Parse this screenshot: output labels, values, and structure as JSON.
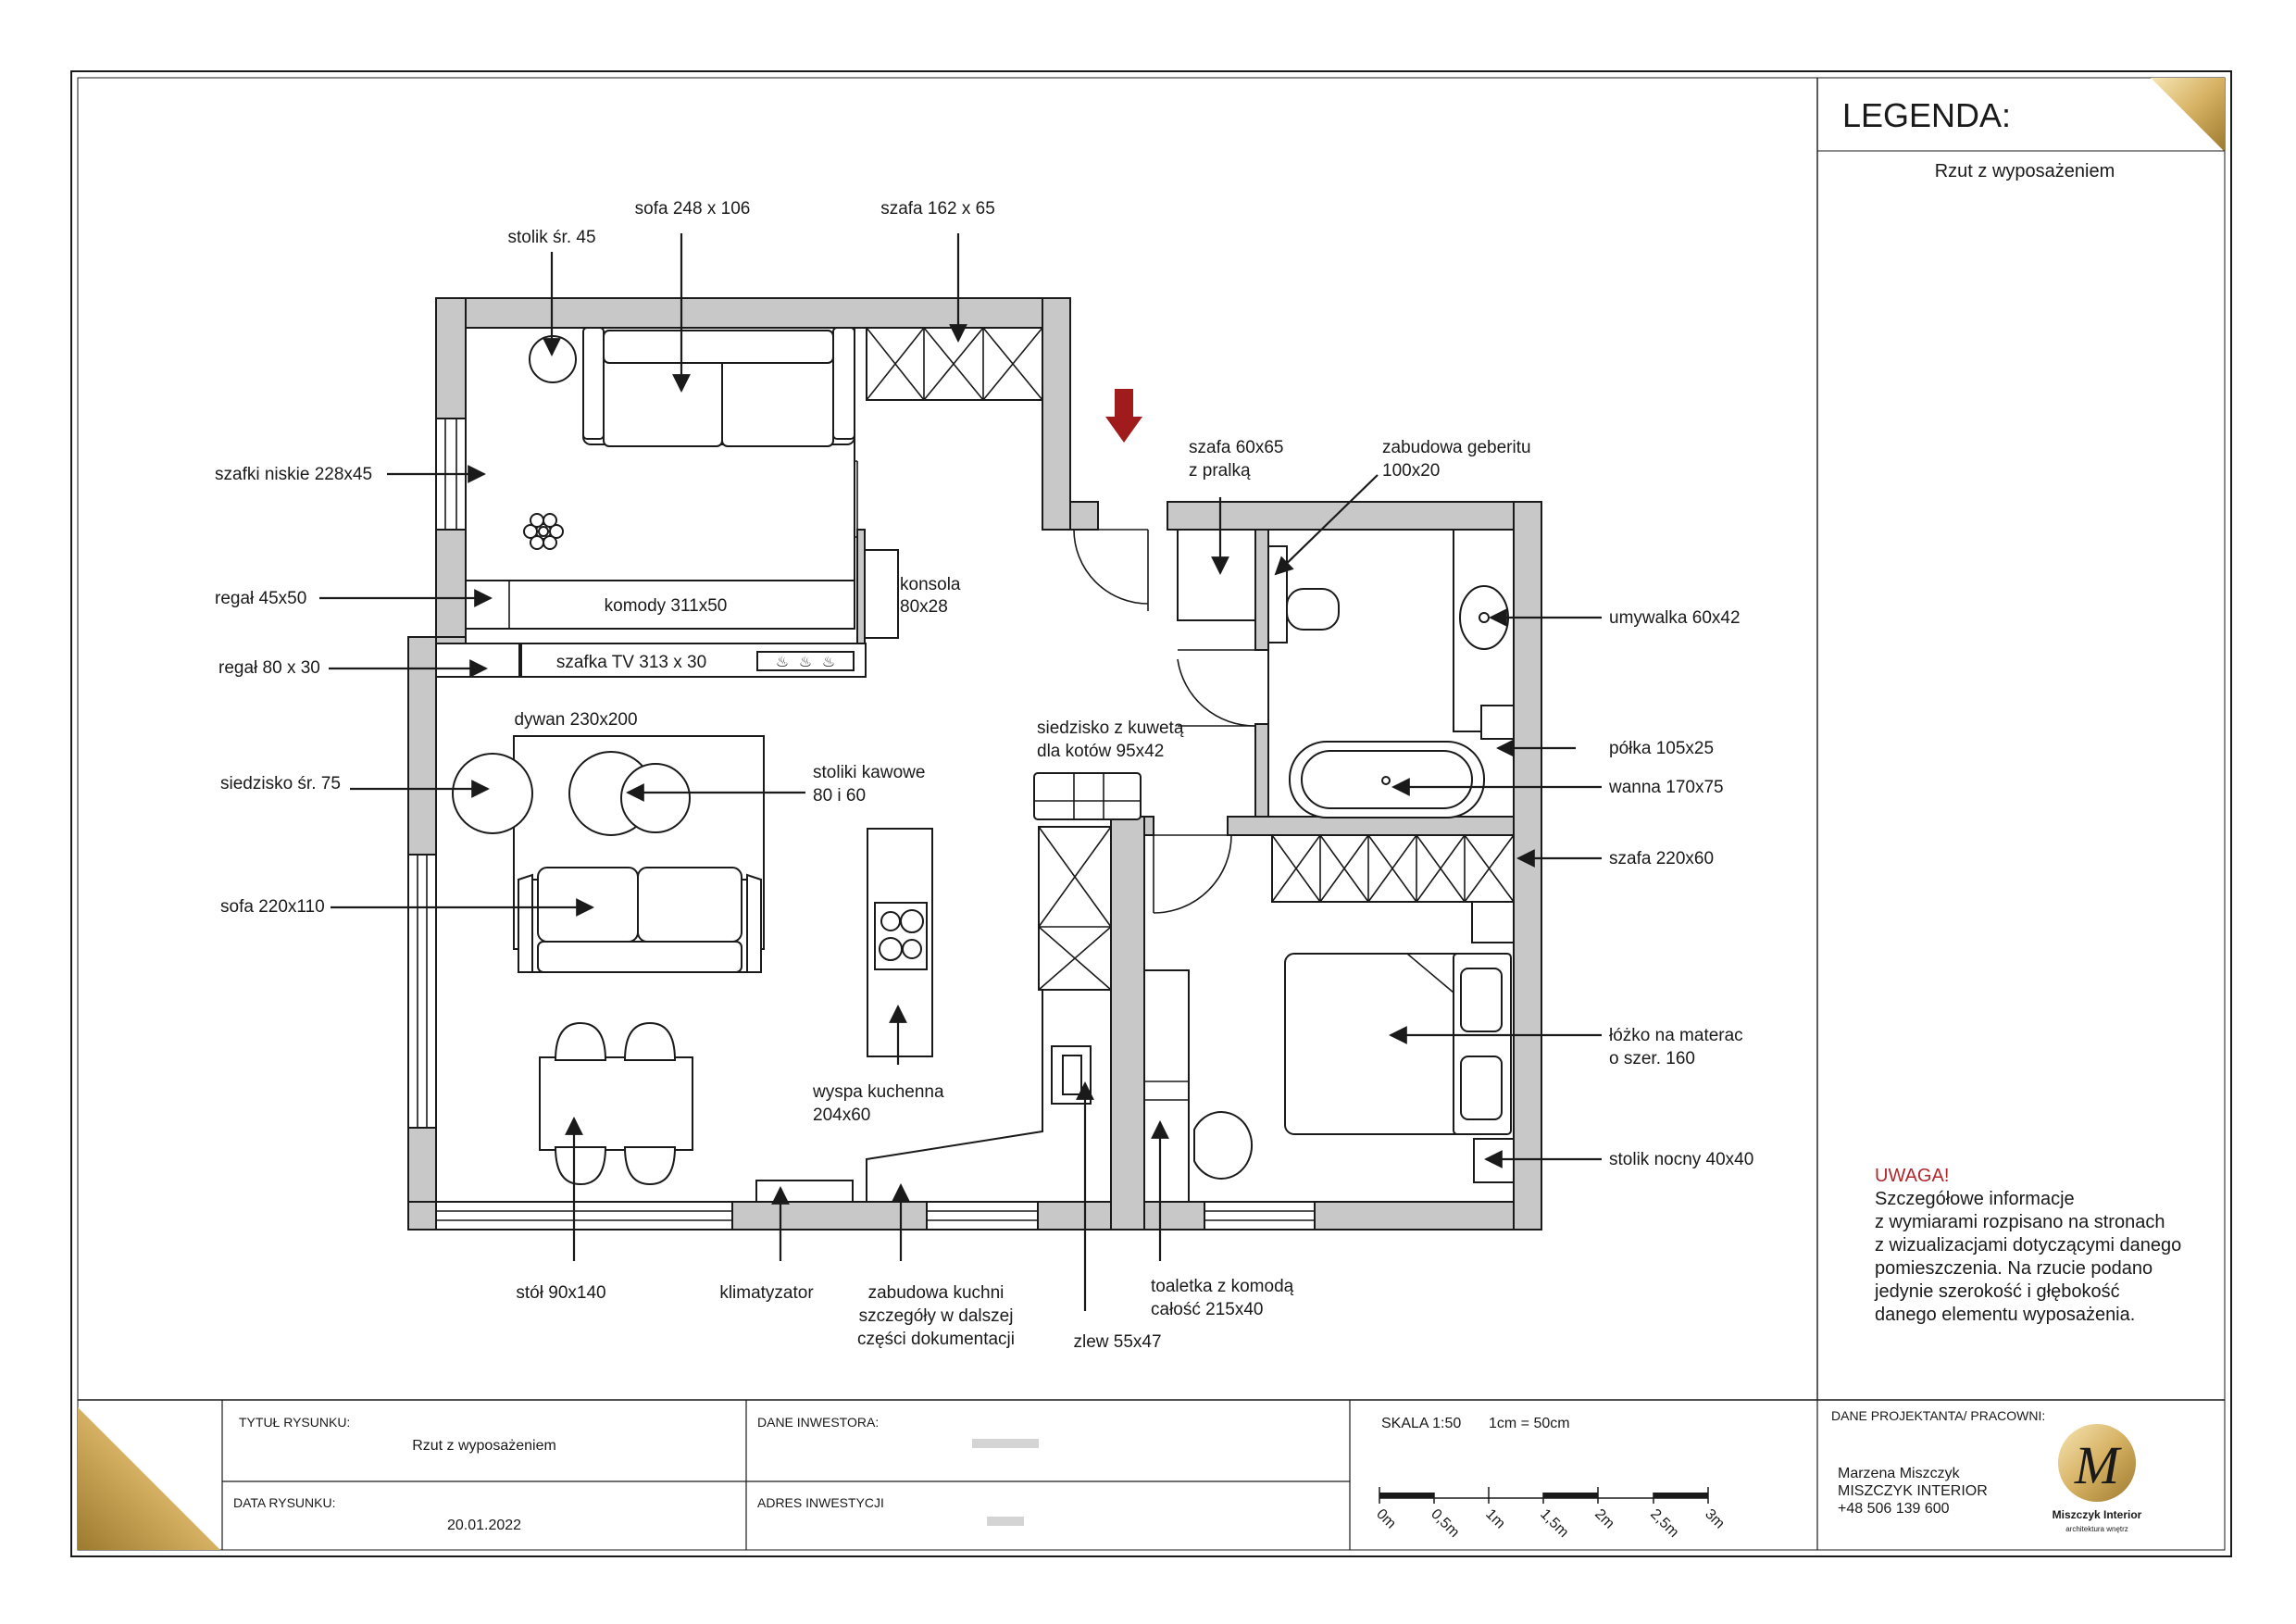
{
  "legend": {
    "title": "LEGENDA:",
    "subtitle": "Rzut z wyposażeniem"
  },
  "labels": {
    "stolik": "stolik śr. 45",
    "sofa_top": "sofa 248 x 106",
    "szafa_top": "szafa 162 x 65",
    "szafki_niskie": "szafki niskie 228x45",
    "regal_45": "regał 45x50",
    "komody": "komody 311x50",
    "konsola_1": "konsola",
    "konsola_2": "80x28",
    "regal_80": "regał 80 x 30",
    "szafka_tv": "szafka TV 313 x 30",
    "dywan": "dywan 230x200",
    "siedzisko": "siedzisko śr. 75",
    "stoliki_kawowe_1": "stoliki kawowe",
    "stoliki_kawowe_2": "80 i 60",
    "sofa_low": "sofa 220x110",
    "wyspa_1": "wyspa kuchenna",
    "wyspa_2": "204x60",
    "stol": "stół 90x140",
    "klimatyzator": "klimatyzator",
    "zabudowa_kuchni_1": "zabudowa kuchni",
    "zabudowa_kuchni_2": "szczegóły w dalszej",
    "zabudowa_kuchni_3": "części dokumentacji",
    "zlew": "zlew 55x47",
    "siedzisko_kuweta_1": "siedzisko z kuwetą",
    "siedzisko_kuweta_2": "dla kotów 95x42",
    "szafa_pralka_1": "szafa 60x65",
    "szafa_pralka_2": "z pralką",
    "geberit_1": "zabudowa geberitu",
    "geberit_2": "100x20",
    "umywalka": "umywalka 60x42",
    "polka": "półka 105x25",
    "wanna": "wanna 170x75",
    "szafa_220": "szafa 220x60",
    "lozko_1": "łóżko na materac",
    "lozko_2": "o szer. 160",
    "stolik_nocny": "stolik nocny 40x40",
    "toaletka_1": "toaletka z komodą",
    "toaletka_2": "całość 215x40"
  },
  "note": {
    "heading": "UWAGA!",
    "lines": [
      "Szczegółowe informacje",
      "z wymiarami rozpisano na stronach",
      "z wizualizacjami dotyczącymi danego",
      "pomieszczenia. Na rzucie podano",
      "jedynie szerokość i głębokość",
      "danego elementu wyposażenia."
    ]
  },
  "title_block": {
    "tytul_label": "TYTUŁ RYSUNKU:",
    "tytul_value": "Rzut z wyposażeniem",
    "data_label": "DATA RYSUNKU:",
    "data_value": "20.01.2022",
    "inwestor_label": "DANE INWESTORA:",
    "adres_label": "ADRES INWESTYCJI",
    "skala": "SKALA 1:50",
    "skala_cm": "1cm = 50cm",
    "scale_ticks": [
      "0m",
      "0,5m",
      "1m",
      "1,5m",
      "2m",
      "2,5m",
      "3m"
    ],
    "projektant_label": "DANE PROJEKTANTA/ PRACOWNI:",
    "projektant_name": "Marzena Miszczyk",
    "pracownia": "MISZCZYK INTERIOR",
    "telefon": "+48 506 139 600",
    "logo_text": "Miszczyk Interior",
    "logo_sub": "architektura wnętrz"
  },
  "colors": {
    "wall": "#c8c8c8",
    "accent_red": "#a01c1c",
    "gold": "#c9a24e",
    "note_red": "#b3262c"
  }
}
